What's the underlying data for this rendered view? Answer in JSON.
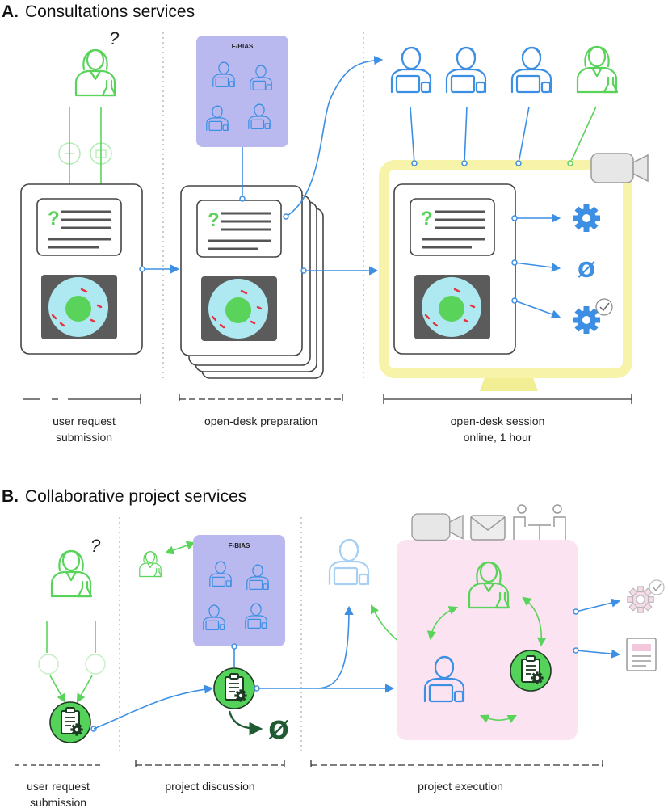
{
  "section_a": {
    "letter": "A.",
    "title": "Consultations services",
    "fbias_label": "F-BIAS",
    "question_mark": "?",
    "doc_question": "?",
    "outcome_symbol": "Ø",
    "phases": {
      "submission": [
        "user request",
        "submission"
      ],
      "preparation": [
        "open-desk preparation"
      ],
      "session": [
        "open-desk session",
        "online, 1 hour"
      ]
    }
  },
  "section_b": {
    "letter": "B.",
    "title": "Collaborative project services",
    "fbias_label": "F-BIAS",
    "question_mark": "?",
    "outcome_symbol": "Ø",
    "phases": {
      "submission": [
        "user request",
        "submission"
      ],
      "discussion": [
        "project discussion"
      ],
      "execution": [
        "project execution"
      ]
    }
  },
  "colors": {
    "user_green": "#5ad35a",
    "expert_blue": "#3d8fe3",
    "fbias_purple": "#b9b9f0",
    "monitor_yellow": "#f7f3a8",
    "project_pink": "#fbe3f2",
    "clipboard_green": "#55d25a"
  },
  "icons": [
    "user-scientist-icon",
    "expert-coder-icon",
    "document-icon",
    "cell-image-icon",
    "gear-icon",
    "gear-check-icon",
    "video-camera-icon",
    "email-icon",
    "meeting-icon",
    "report-icon",
    "clipboard-gear-icon"
  ]
}
